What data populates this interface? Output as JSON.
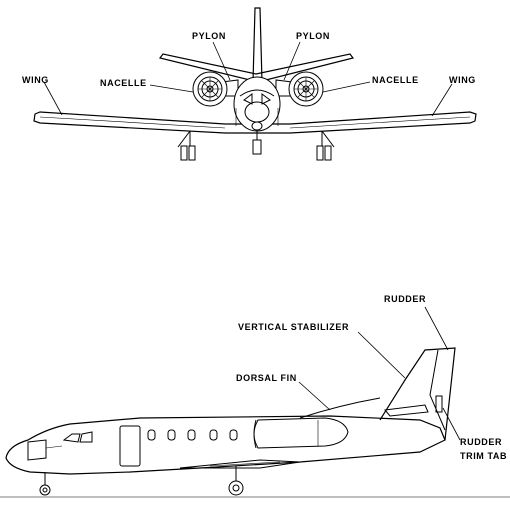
{
  "labels": {
    "pylon_left": "PYLON",
    "pylon_right": "PYLON",
    "wing_left": "WING",
    "wing_right": "WING",
    "nacelle_left": "NACELLE",
    "nacelle_right": "NACELLE",
    "rudder": "RUDDER",
    "vertical_stabilizer": "VERTICAL STABILIZER",
    "dorsal_fin": "DORSAL FIN",
    "rudder_trim_tab_line1": "RUDDER",
    "rudder_trim_tab_line2": "TRIM TAB"
  }
}
